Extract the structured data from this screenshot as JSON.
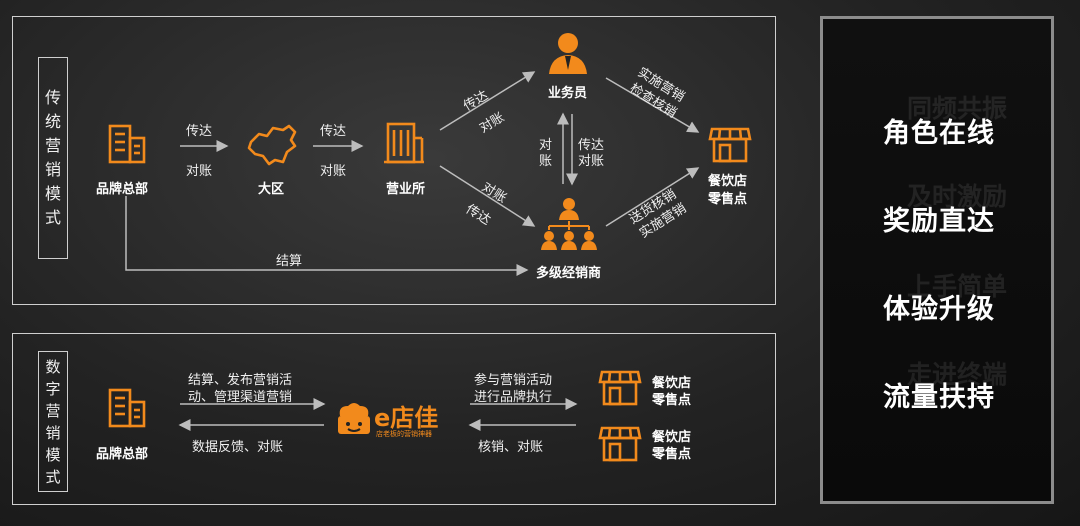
{
  "traditional": {
    "label_chars": [
      "传",
      "统",
      "营",
      "销",
      "模",
      "式"
    ],
    "brand_hq": "品牌总部",
    "region": "大区",
    "sales_office": "营业所",
    "salesman": "业务员",
    "distributor": "多级经销商",
    "store_line1": "餐饮店",
    "store_line2": "零售点",
    "edge_hq_region_top": "传达",
    "edge_hq_region_bottom": "对账",
    "edge_region_office_top": "传达",
    "edge_region_office_bottom": "对账",
    "edge_office_salesman_top": "传达",
    "edge_office_salesman_bottom": "对账",
    "edge_office_distributor_top": "对账",
    "edge_office_distributor_bottom": "传达",
    "edge_vertical_left_1": "对",
    "edge_vertical_left_2": "账",
    "edge_vertical_right_1": "传达",
    "edge_vertical_right_2": "对账",
    "edge_salesman_store_1": "实施营销",
    "edge_salesman_store_2": "检查核销",
    "edge_distributor_store_1": "送货核销",
    "edge_distributor_store_2": "实施营销",
    "edge_settlement": "结算"
  },
  "digital": {
    "label_chars": [
      "数",
      "字",
      "营",
      "销",
      "模",
      "式"
    ],
    "brand_hq": "品牌总部",
    "edge_hq_top_1": "结算、发布营销活",
    "edge_hq_top_2": "动、管理渠道营销",
    "edge_hq_bottom": "数据反馈、对账",
    "logo_text": "e店佳",
    "logo_tagline": "店老板的营销神器",
    "edge_store_top_1": "参与营销活动",
    "edge_store_top_2": "进行品牌执行",
    "edge_store_bottom": "核销、对账",
    "store1_line1": "餐饮店",
    "store1_line2": "零售点",
    "store2_line1": "餐饮店",
    "store2_line2": "零售点"
  },
  "features": [
    {
      "shadow": "同频共振",
      "main": "角色在线"
    },
    {
      "shadow": "及时激励",
      "main": "奖励直达"
    },
    {
      "shadow": "上手简单",
      "main": "体验升级"
    },
    {
      "shadow": "走进终端",
      "main": "流量扶持"
    }
  ],
  "colors": {
    "accent": "#f28a1c",
    "line": "#bdbdbd",
    "border": "#cfcfcf"
  }
}
